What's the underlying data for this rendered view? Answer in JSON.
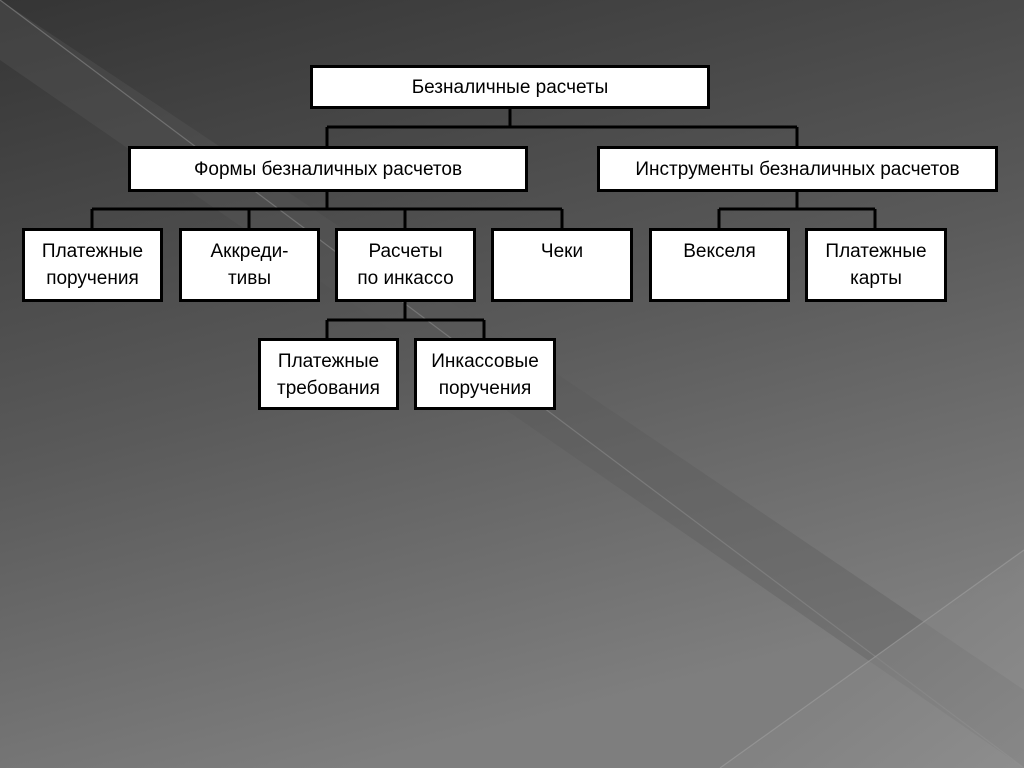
{
  "diagram": {
    "root": "Безналичные расчеты",
    "forms": {
      "title": "Формы безналичных расчетов",
      "items": [
        "Платежные\nпоручения",
        "Аккреди-\nтивы",
        "Расчеты\nпо инкассо",
        "Чеки"
      ],
      "collection_items": [
        "Платежные\nтребования",
        "Инкассовые\nпоручения"
      ]
    },
    "instruments": {
      "title": "Инструменты безналичных расчетов",
      "items": [
        "Векселя",
        "Платежные\nкарты"
      ]
    }
  },
  "colors": {
    "background_dark": "#3c3c3c",
    "background_light": "#7c7c7c",
    "box_fill": "#ffffff",
    "box_border": "#000000"
  }
}
